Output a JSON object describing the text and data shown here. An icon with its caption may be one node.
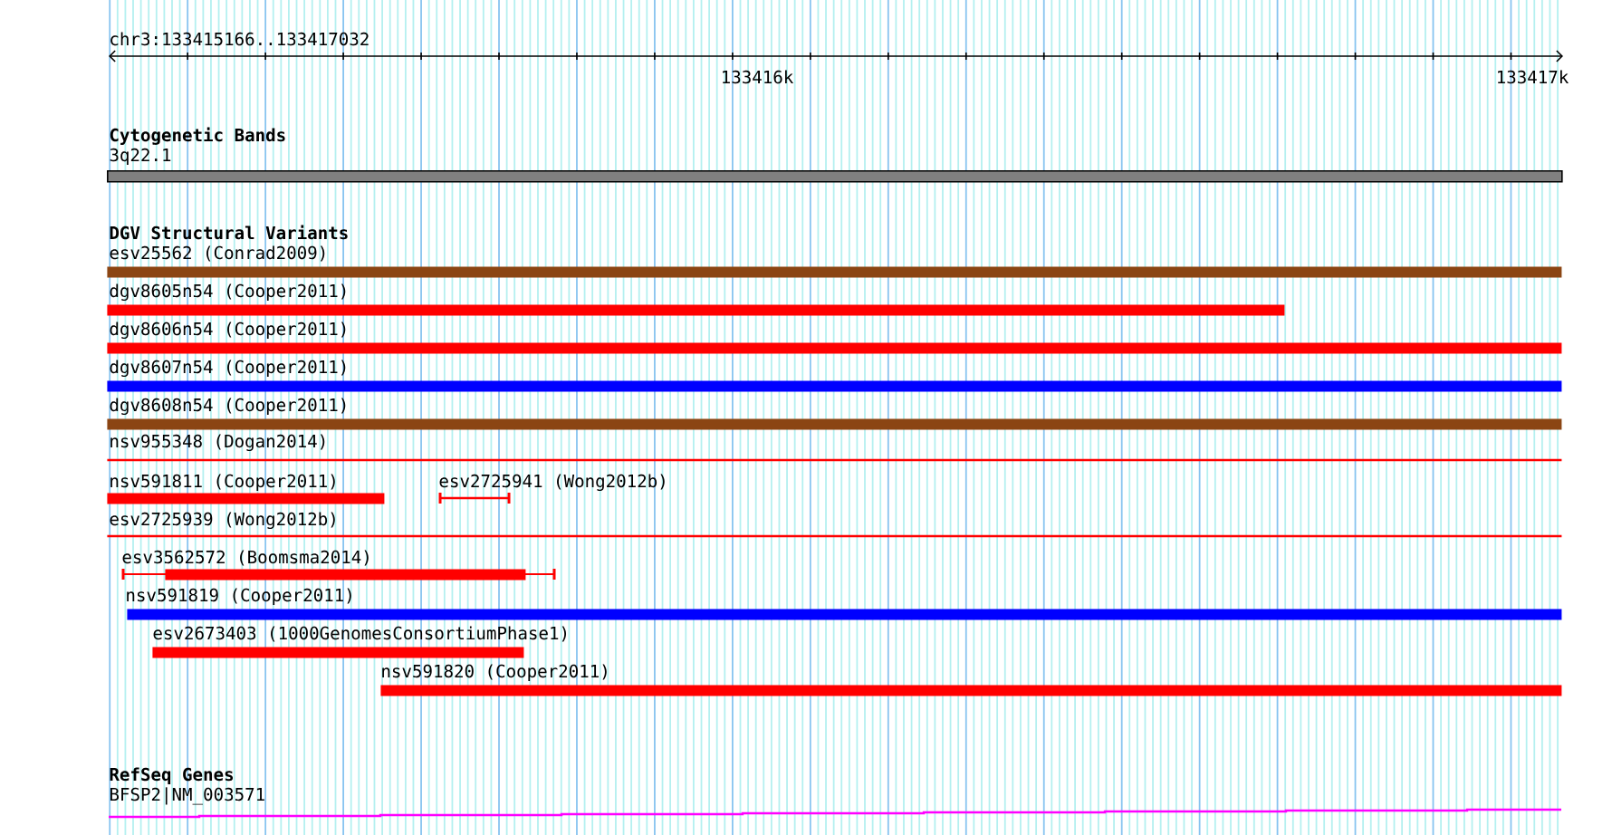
{
  "diagram": {
    "nodes": [
      {
        "text": [],
        "shape": "bar",
        "beside": [
          "3q22.1"
        ]
      },
      {
        "text": [],
        "shape": "bar",
        "beside": [
          "esv25562 (Conrad2009)"
        ]
      },
      {
        "text": [],
        "shape": "bar",
        "beside": [
          "dgv8605n54 (Cooper2011)"
        ]
      },
      {
        "text": [],
        "shape": "bar",
        "beside": [
          "dgv8606n54 (Cooper2011)"
        ]
      },
      {
        "text": [],
        "shape": "bar",
        "beside": [
          "dgv8607n54 (Cooper2011)"
        ]
      },
      {
        "text": [],
        "shape": "bar",
        "beside": [
          "dgv8608n54 (Cooper2011)"
        ]
      },
      {
        "text": [],
        "shape": "line",
        "beside": [
          "nsv955348 (Dogan2014)"
        ]
      },
      {
        "text": [],
        "shape": "bar",
        "beside": [
          "nsv591811 (Cooper2011)"
        ]
      },
      {
        "text": [],
        "shape": "line",
        "beside": [
          "esv2725941 (Wong2012b)"
        ]
      },
      {
        "text": [],
        "shape": "line",
        "beside": [
          "esv2725939 (Wong2012b)"
        ]
      },
      {
        "text": [],
        "shape": "bar",
        "beside": [
          "esv3562572 (Boomsma2014)"
        ]
      },
      {
        "text": [],
        "shape": "bar",
        "beside": [
          "nsv591819 (Cooper2011)"
        ]
      },
      {
        "text": [],
        "shape": "bar",
        "beside": [
          "esv2673403 (1000GenomesConsortiumPhase1)"
        ]
      },
      {
        "text": [],
        "shape": "bar",
        "beside": [
          "nsv591820 (Cooper2011)"
        ]
      },
      {
        "text": [],
        "shape": "line",
        "beside": [
          "BFSP2|NM_003571"
        ]
      }
    ],
    "labels": [
      "chr3:133415166..133417032",
      "133416k",
      "133417k",
      "Cytogenetic Bands",
      "DGV Structural Variants",
      "RefSeq Genes"
    ]
  }
}
